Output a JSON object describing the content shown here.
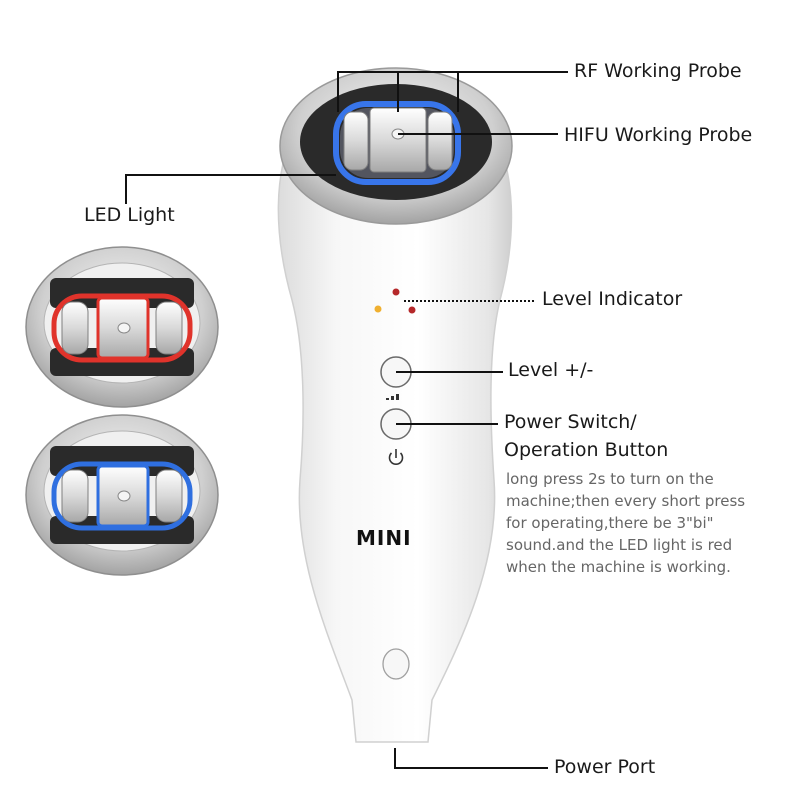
{
  "labels": {
    "rf_probe": "RF Working Probe",
    "hifu_probe": "HIFU Working Probe",
    "led_light": "LED Light",
    "level_indicator": "Level Indicator",
    "level_buttons": "Level +/-",
    "power_switch_line1": "Power Switch/",
    "power_switch_line2": "Operation Button",
    "power_port": "Power Port"
  },
  "power_note": "long press 2s to turn on the machine;then every short press for operating,there be 3\"bi\" sound.and the LED light is red when the machine is working.",
  "device_logo": "MINI",
  "colors": {
    "device_body": "#f4f4f4",
    "led_blue": "#2f6fe0",
    "led_red": "#e0332b",
    "indicator_red": "#b5282a",
    "indicator_amber": "#f0b030",
    "leader_line": "#111111",
    "label_text": "#1a1a1a",
    "note_text": "#666666"
  },
  "icons": {
    "power": "power-icon",
    "level_bars": "signal-bars-icon"
  }
}
